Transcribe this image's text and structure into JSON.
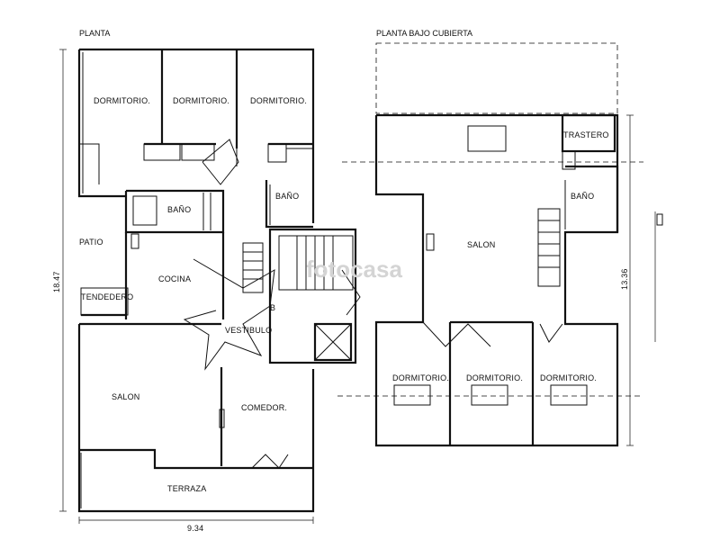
{
  "plans": {
    "left_title": "PLANTA",
    "right_title": "PLANTA BAJO CUBIERTA"
  },
  "left_rooms": {
    "dormitorio_1": "DORMITORIO.",
    "dormitorio_2": "DORMITORIO.",
    "dormitorio_3": "DORMITORIO.",
    "bano_1": "BAÑO",
    "bano_2": "BAÑO",
    "patio": "PATIO",
    "cocina": "COCINA",
    "tendedero": "TENDEDERO",
    "vestibulo": "VESTIBULO",
    "b_mark": "B",
    "salon": "SALON",
    "comedor": "COMEDOR.",
    "terraza": "TERRAZA"
  },
  "right_rooms": {
    "trastero": "TRASTERO",
    "bano": "BAÑO",
    "salon": "SALON",
    "dormitorio_1": "DORMITORIO.",
    "dormitorio_2": "DORMITORIO.",
    "dormitorio_3": "DORMITORIO."
  },
  "dimensions": {
    "left_height": "18.47",
    "left_width": "9.34",
    "right_height": "13.36"
  },
  "watermark": "fotocasa"
}
